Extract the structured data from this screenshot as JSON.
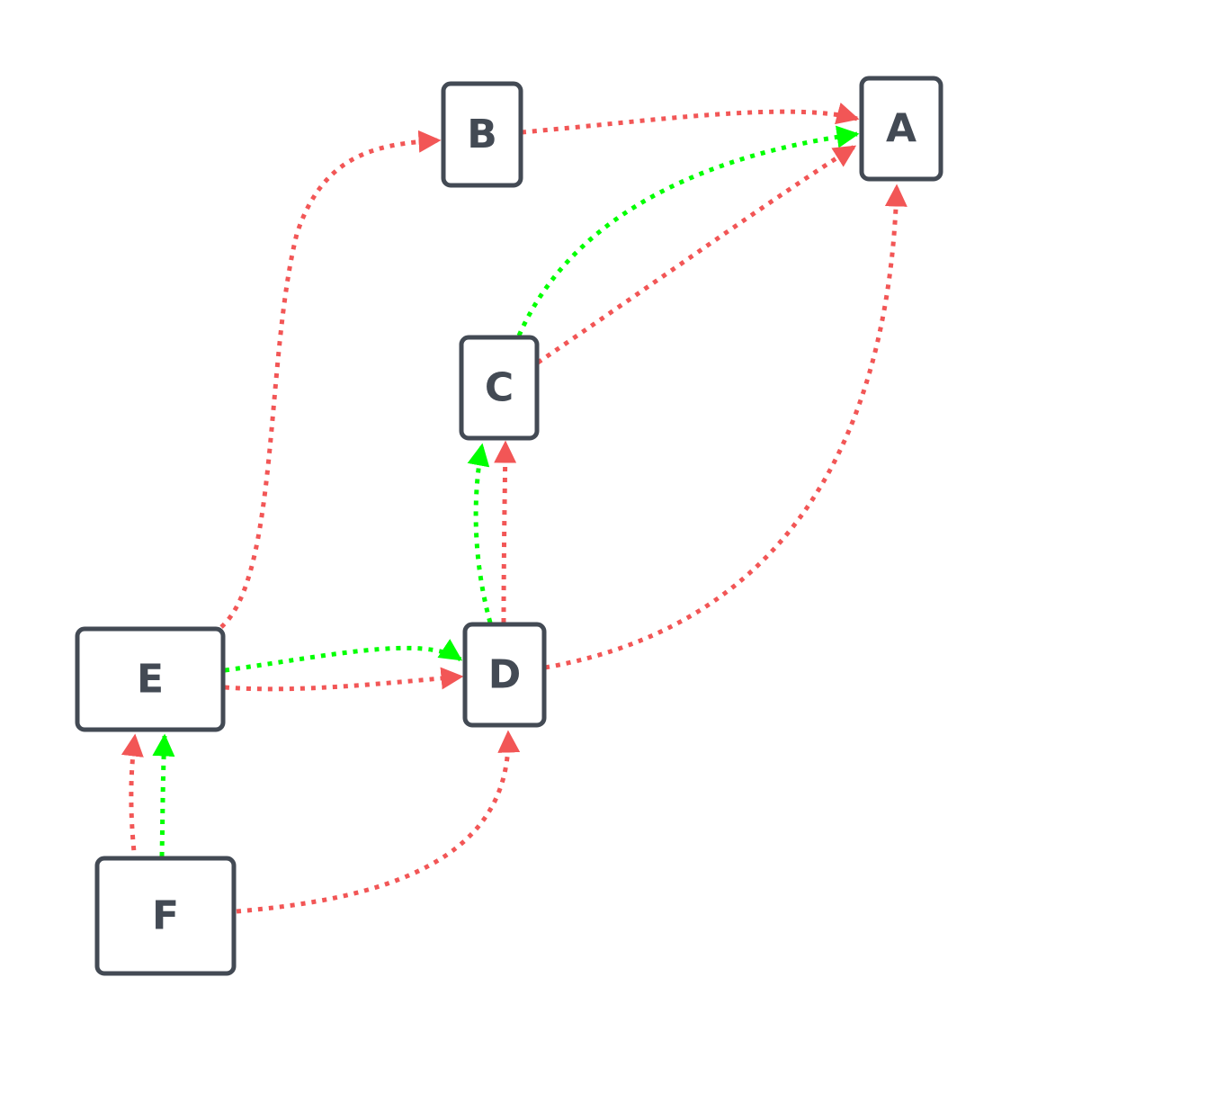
{
  "colors": {
    "red_edge": "#f25656",
    "green_edge": "#00ff00",
    "node_border": "#434a54",
    "background": "#ffffff"
  },
  "nodes": [
    {
      "id": "A",
      "label": "A"
    },
    {
      "id": "B",
      "label": "B"
    },
    {
      "id": "C",
      "label": "C"
    },
    {
      "id": "D",
      "label": "D"
    },
    {
      "id": "E",
      "label": "E"
    },
    {
      "id": "F",
      "label": "F"
    }
  ],
  "edges": [
    {
      "from": "B",
      "to": "A",
      "color": "red"
    },
    {
      "from": "C",
      "to": "A",
      "color": "green"
    },
    {
      "from": "C",
      "to": "A",
      "color": "red"
    },
    {
      "from": "D",
      "to": "A",
      "color": "red"
    },
    {
      "from": "E",
      "to": "B",
      "color": "red"
    },
    {
      "from": "D",
      "to": "C",
      "color": "green"
    },
    {
      "from": "D",
      "to": "C",
      "color": "red"
    },
    {
      "from": "E",
      "to": "D",
      "color": "green"
    },
    {
      "from": "E",
      "to": "D",
      "color": "red"
    },
    {
      "from": "F",
      "to": "E",
      "color": "red"
    },
    {
      "from": "F",
      "to": "E",
      "color": "green"
    },
    {
      "from": "F",
      "to": "D",
      "color": "red"
    }
  ]
}
